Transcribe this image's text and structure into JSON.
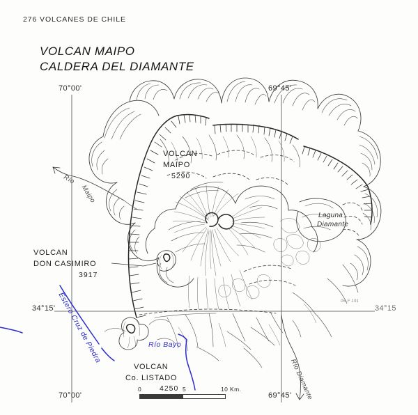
{
  "page": {
    "running_head": "276  VOLCANES DE CHILE",
    "title_line_1": "VOLCAN MAIPO",
    "title_line_2": "CALDERA DEL DIAMANTE"
  },
  "graticule": {
    "lon_left_top": "70°00'",
    "lon_right_top": "69°45'",
    "lon_left_bottom": "70°00'",
    "lon_right_bottom": "69°45'",
    "lat_left": "34°15'",
    "lat_right": "34°15",
    "sheet_code": "06-F 191"
  },
  "features": {
    "volcan_maipo": {
      "name_line_1": "VOLCAN",
      "name_line_2": "MAIPO",
      "elevation": "5290"
    },
    "volcan_don_casimiro": {
      "name_line_1": "VOLCAN",
      "name_line_2": "DON  CASIMIRO",
      "elevation": "3917"
    },
    "volcan_co_listado": {
      "name_line_1": "VOLCAN",
      "name_line_2": "Co. LISTADO",
      "elevation": "4250"
    },
    "laguna_diamante": {
      "name_line_1": "Laguna",
      "name_line_2": "Diamante"
    }
  },
  "hydrography": {
    "rio_maipo_part_1": "Río",
    "rio_maipo_part_2": "Maipo",
    "rio_bayo": "Río Bayo",
    "estero_cruz_de_piedra": "Estero Cruz de Piedra",
    "rio_diamante": "Río Diamante"
  },
  "scalebar": {
    "tick_0": "0",
    "tick_5": "5",
    "tick_10": "10 Km."
  },
  "colors": {
    "ink": "#1c1c1c",
    "water_blue": "#2b2ccc",
    "grey_line": "#4a4a4a",
    "paper": "#fdfdfb"
  }
}
